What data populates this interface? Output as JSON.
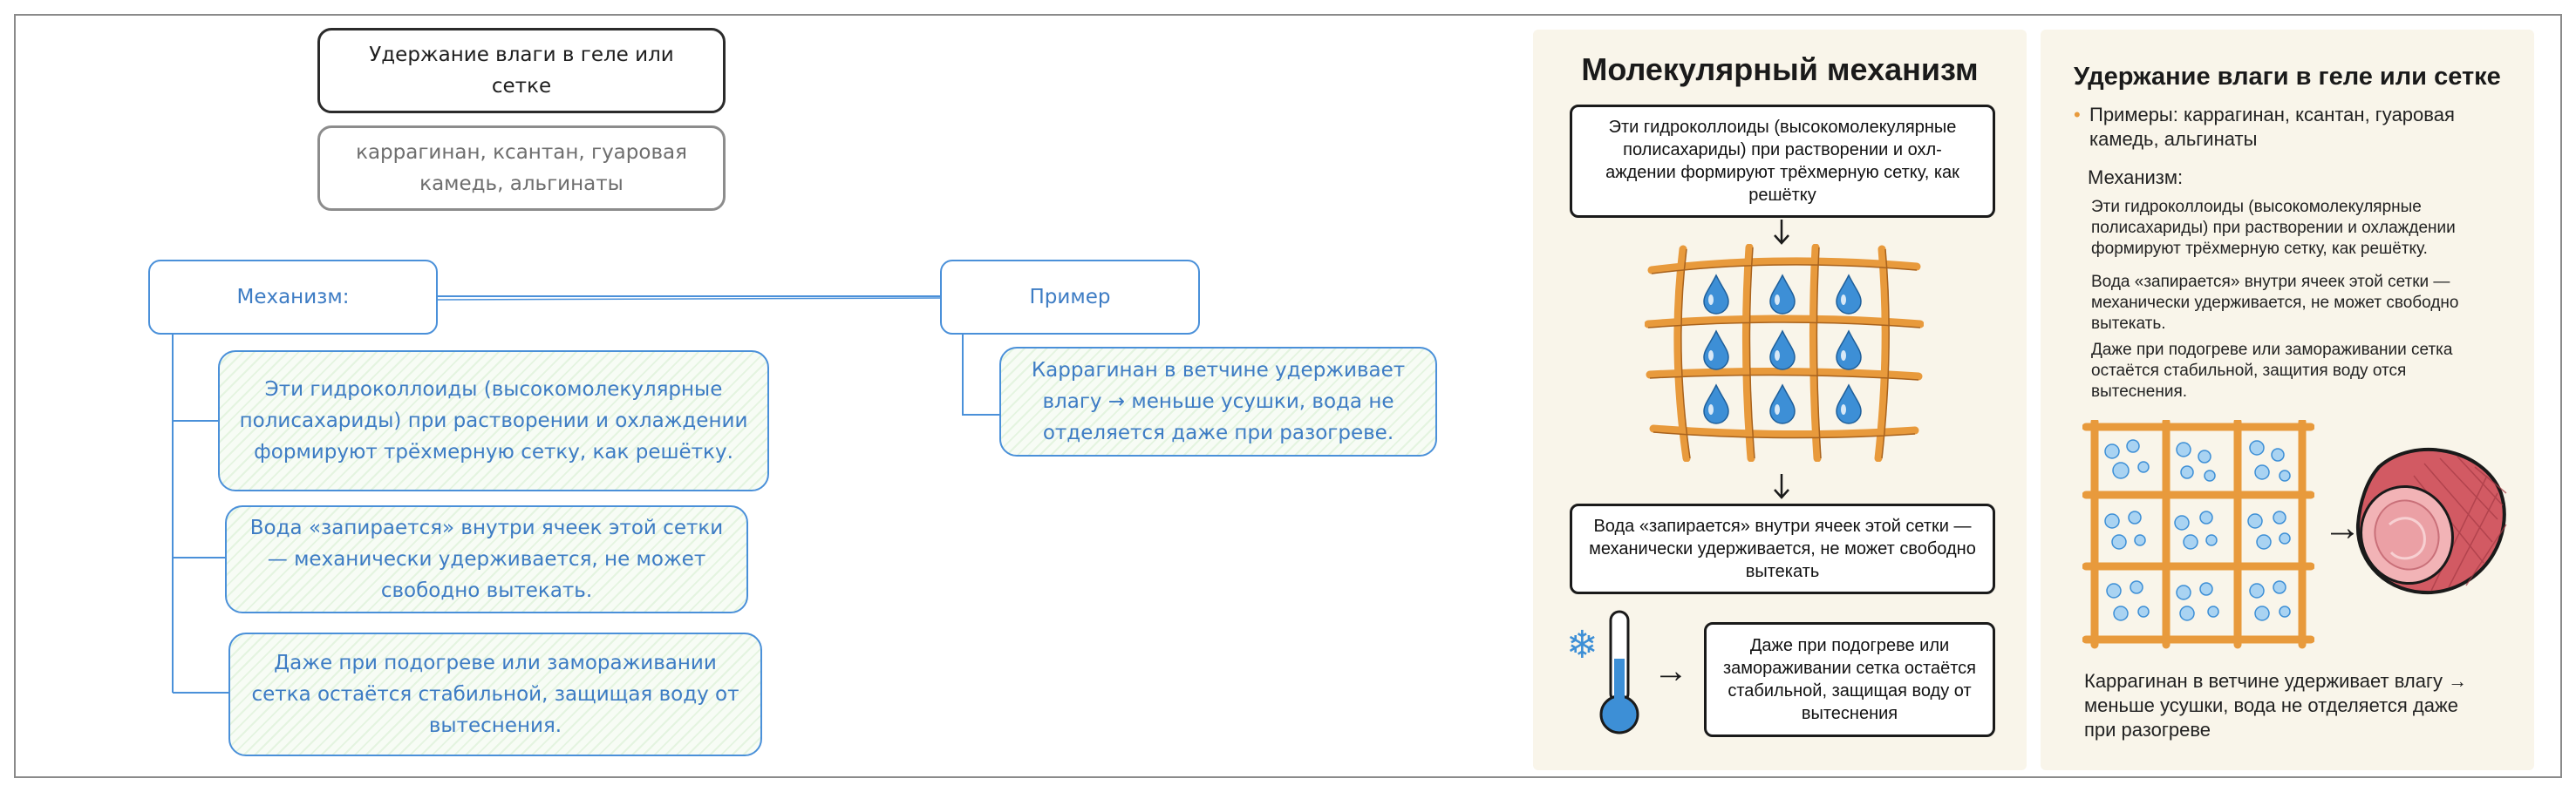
{
  "sketch": {
    "title": "Удержание влаги в геле или сетке",
    "examples": "каррагинан, ксантан, гуаровая камедь, альгинаты",
    "mechanism_label": "Механизм:",
    "example_label": "Пример",
    "mechanism_items": [
      "Эти гидроколлоиды (высокомолекулярные полисахариды) при растворении и охлаждении формируют трёхмерную сетку, как решётку.",
      "Вода «запирается» внутри ячеек этой сетки — механически удерживается, не может свободно вытекать.",
      "Даже при подогреве или замораживании сетка остаётся стабильной, защищая воду от вытеснения."
    ],
    "example_text": "Каррагинан в ветчине удерживает влагу → меньше усушки, вода не отделяется даже при разогреве."
  },
  "middle_panel": {
    "title": "Молекулярный механизм",
    "box1": "Эти гидроколлоиды (высокомолекулярные полисахариды) при растворении и охл-аждении формируют трёхмерную сетку, как решётку",
    "box2": "Вода «запирается» внутри ячеек этой сетки — механически удерживается, не может свободно вытекать",
    "box3": "Даже при подогреве или замораживании сетка остаётся стабильной, защищая воду от вытеснения",
    "snowflake": "❄",
    "arrow": "→"
  },
  "right_panel": {
    "title": "Удержание влаги в геле или сетке",
    "bullet": "Примеры: каррагинан, ксантан, гуаровая камедь, альгинаты",
    "mechanism_label": "Механизм:",
    "paragraphs": [
      "Эти гидроколлоиды (высокомолекулярные полисахариды) при растворении и охлаждении формируют трёхмерную сетку, как решётку.",
      "Вода «запирается» внутри ячеек этой сетки — механически удерживается, не может свободно вытекать.",
      "Даже при подогреве или замораживании сетка остаётся стабильной, защития воду отся вытеснения."
    ],
    "arrow": "→",
    "example": "Каррагинан в ветчине удерживает влагу → меньше усушки, вода не отделяется даже при разогреве"
  },
  "colors": {
    "sketch_blue": "#4a90d9",
    "hatch_green": "#e4f4e0",
    "panel_bg": "#f9f5ea",
    "grid_orange": "#e89a3c",
    "drop_blue": "#3d8fd6",
    "ham_red": "#d25a63"
  }
}
